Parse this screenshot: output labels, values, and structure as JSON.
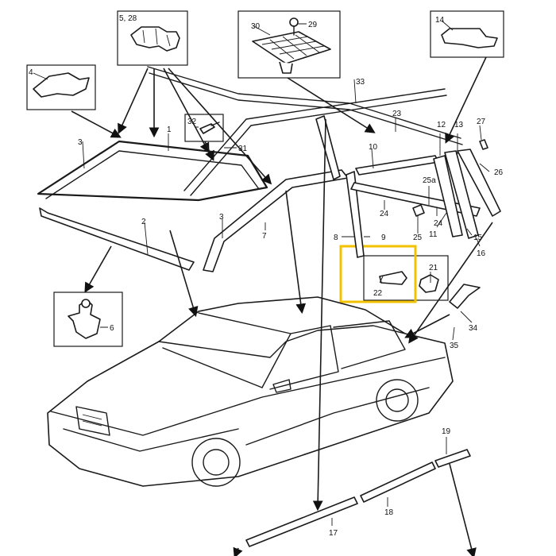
{
  "labels": {
    "p528": "5, 28",
    "p29": "29",
    "p30": "30",
    "p14": "14",
    "p4": "4",
    "p33": "33",
    "p32": "32",
    "p1": "1",
    "p3a": "3",
    "p31": "31",
    "p23": "23",
    "p12": "12",
    "p13": "13",
    "p27": "27",
    "p10": "10",
    "p26": "26",
    "p25a": "25a",
    "p24a": "24",
    "p24b": "24",
    "p25": "25",
    "p11": "11",
    "p15": "15",
    "p16": "16",
    "p2": "2",
    "p3b": "3",
    "p7": "7",
    "p8": "8",
    "p9": "9",
    "p21": "21",
    "p22": "22",
    "p34": "34",
    "p35": "35",
    "p6": "6",
    "p19": "19",
    "p18": "18",
    "p17": "17"
  },
  "colors": {
    "line": "#1a1a1a",
    "highlight": "#f2c200",
    "background": "#ffffff"
  }
}
